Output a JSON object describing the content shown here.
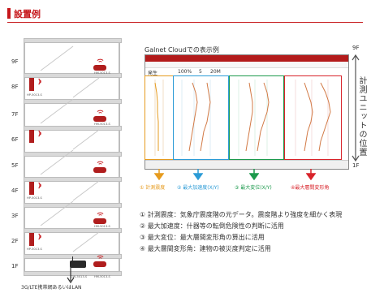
{
  "header": {
    "title": "設置例"
  },
  "building": {
    "floors": [
      "9F",
      "8F",
      "7F",
      "6F",
      "5F",
      "4F",
      "3F",
      "2F",
      "1F"
    ],
    "sensor_labels": {
      "9f": "HM-5013-S",
      "8f": "HP-5013-S",
      "6f": "HM-5013-S",
      "4f": "HP-5013-S",
      "3f": "HM-5013-S",
      "2f": "HP-5013-S",
      "1f_a": "GW-5013-S",
      "1f_b": "HM-5013-S"
    },
    "network_label": "3G/LTE携帯網あるいはLAN"
  },
  "panel": {
    "title": "Galnet Cloudでの表示例",
    "screen": {
      "row_texts": [
        "発生",
        "100%",
        "5",
        "20M"
      ]
    },
    "side_top": "9F",
    "side_bottom": "1F",
    "side_label": "計測ユニットの位置",
    "arrows": [
      {
        "label": "① 計測震度",
        "color": "#e69b1e"
      },
      {
        "label": "② 最大加速度(X/Y)",
        "color": "#2b9bd6"
      },
      {
        "label": "③ 最大変位(X/Y)",
        "color": "#1d9a4d"
      },
      {
        "label": "④最大層間変形角",
        "color": "#d8232a"
      }
    ]
  },
  "notes": [
    "① 計測震度：気象庁震度階の元データ。震度階より強度を細かく表現",
    "② 最大加速度：什器等の転倒危険性の判断に活用",
    "③ 最大変位：最大層間変形角の算出に活用",
    "④ 最大層間変形角：建物の被災度判定に活用"
  ]
}
